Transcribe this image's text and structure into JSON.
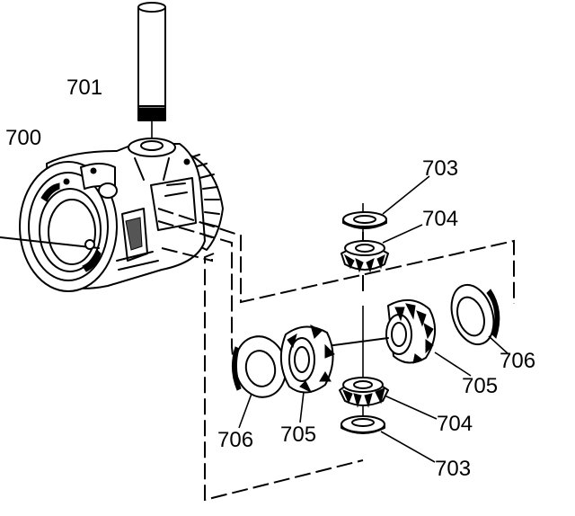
{
  "labels": {
    "l700": "700",
    "l701": "701",
    "l703_top": "703",
    "l704_top": "704",
    "l706_right": "706",
    "l705_right": "705",
    "l706_left": "706",
    "l705_left": "705",
    "l704_bottom": "704",
    "l703_bottom": "703"
  }
}
